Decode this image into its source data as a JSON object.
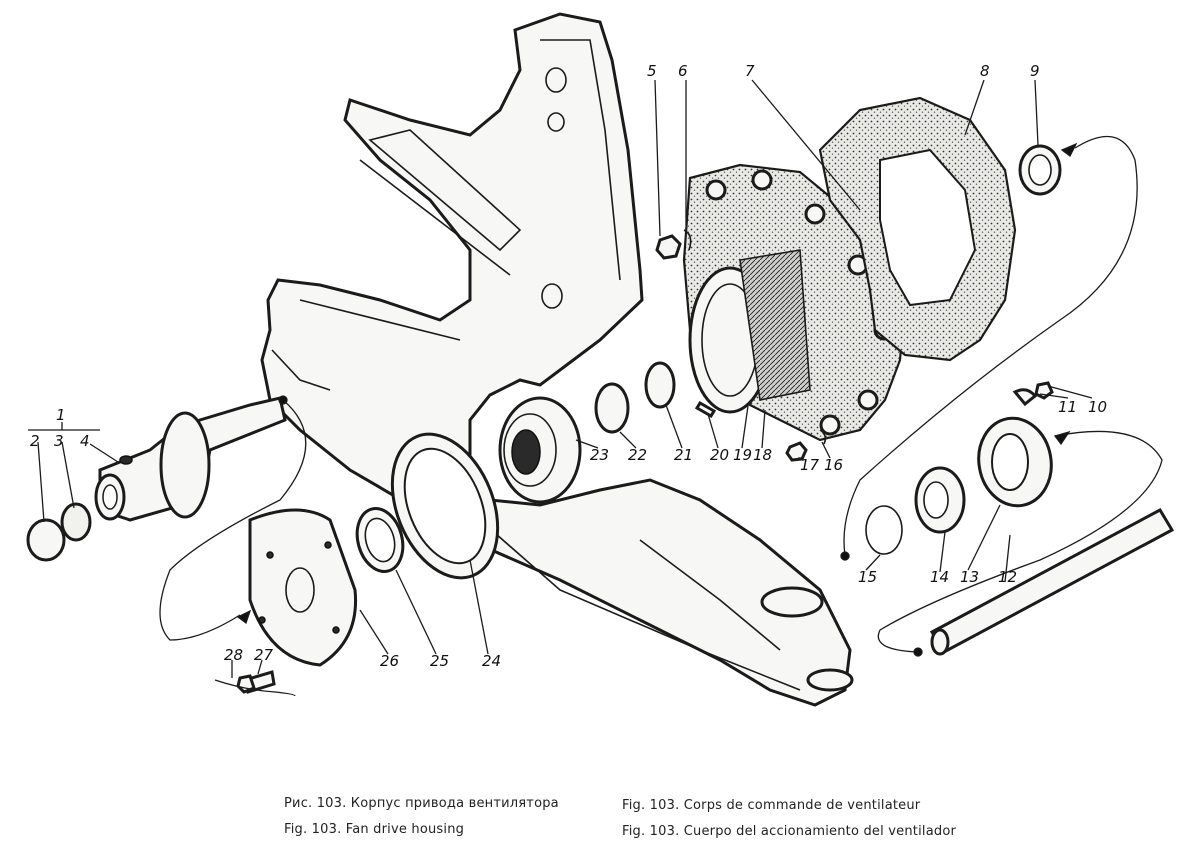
{
  "figure": {
    "captions": {
      "ru": "Рис. 103. Корпус привода вентилятора",
      "en": "Fig. 103. Fan drive housing",
      "fr": "Fig. 103. Corps de commande de ventilateur",
      "es": "Fig. 103. Cuerpo del accionamiento del ventilador"
    }
  },
  "callouts": {
    "n1": "1",
    "n2": "2",
    "n3": "3",
    "n4": "4",
    "n5": "5",
    "n6": "6",
    "n7": "7",
    "n8": "8",
    "n9": "9",
    "n10": "10",
    "n11": "11",
    "n12": "12",
    "n13": "13",
    "n14": "14",
    "n15": "15",
    "n16": "16",
    "n17": "17",
    "n18": "18",
    "n19": "19",
    "n20": "20",
    "n21": "21",
    "n22": "22",
    "n23": "23",
    "n24": "24",
    "n25": "25",
    "n26": "26",
    "n27": "27",
    "n28": "28"
  }
}
